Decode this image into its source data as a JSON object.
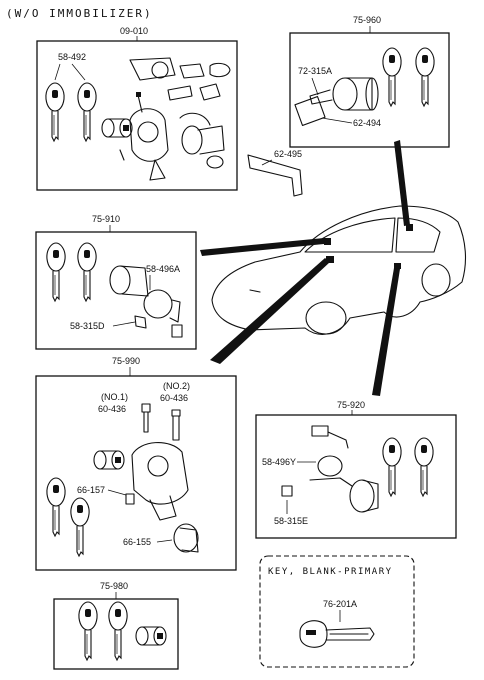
{
  "header": {
    "title": "(W/O  IMMOBILIZER)"
  },
  "groups": {
    "g09010": {
      "code": "09-010",
      "parts": [
        "58-492"
      ]
    },
    "g75960": {
      "code": "75-960",
      "parts": [
        "72-315A",
        "62-494"
      ]
    },
    "g62495": {
      "code": "62-495"
    },
    "g75910": {
      "code": "75-910",
      "parts": [
        "58-496A",
        "58-315D"
      ]
    },
    "g75990": {
      "code": "75-990",
      "parts": [
        "(NO.1)",
        "60-436",
        "(NO.2)",
        "60-436",
        "66-157",
        "66-155"
      ]
    },
    "g75920": {
      "code": "75-920",
      "parts": [
        "58-496Y",
        "58-315E"
      ]
    },
    "g75980": {
      "code": "75-980"
    },
    "keyblank": {
      "title": "KEY, BLANK-PRIMARY",
      "part": "76-201A"
    }
  }
}
